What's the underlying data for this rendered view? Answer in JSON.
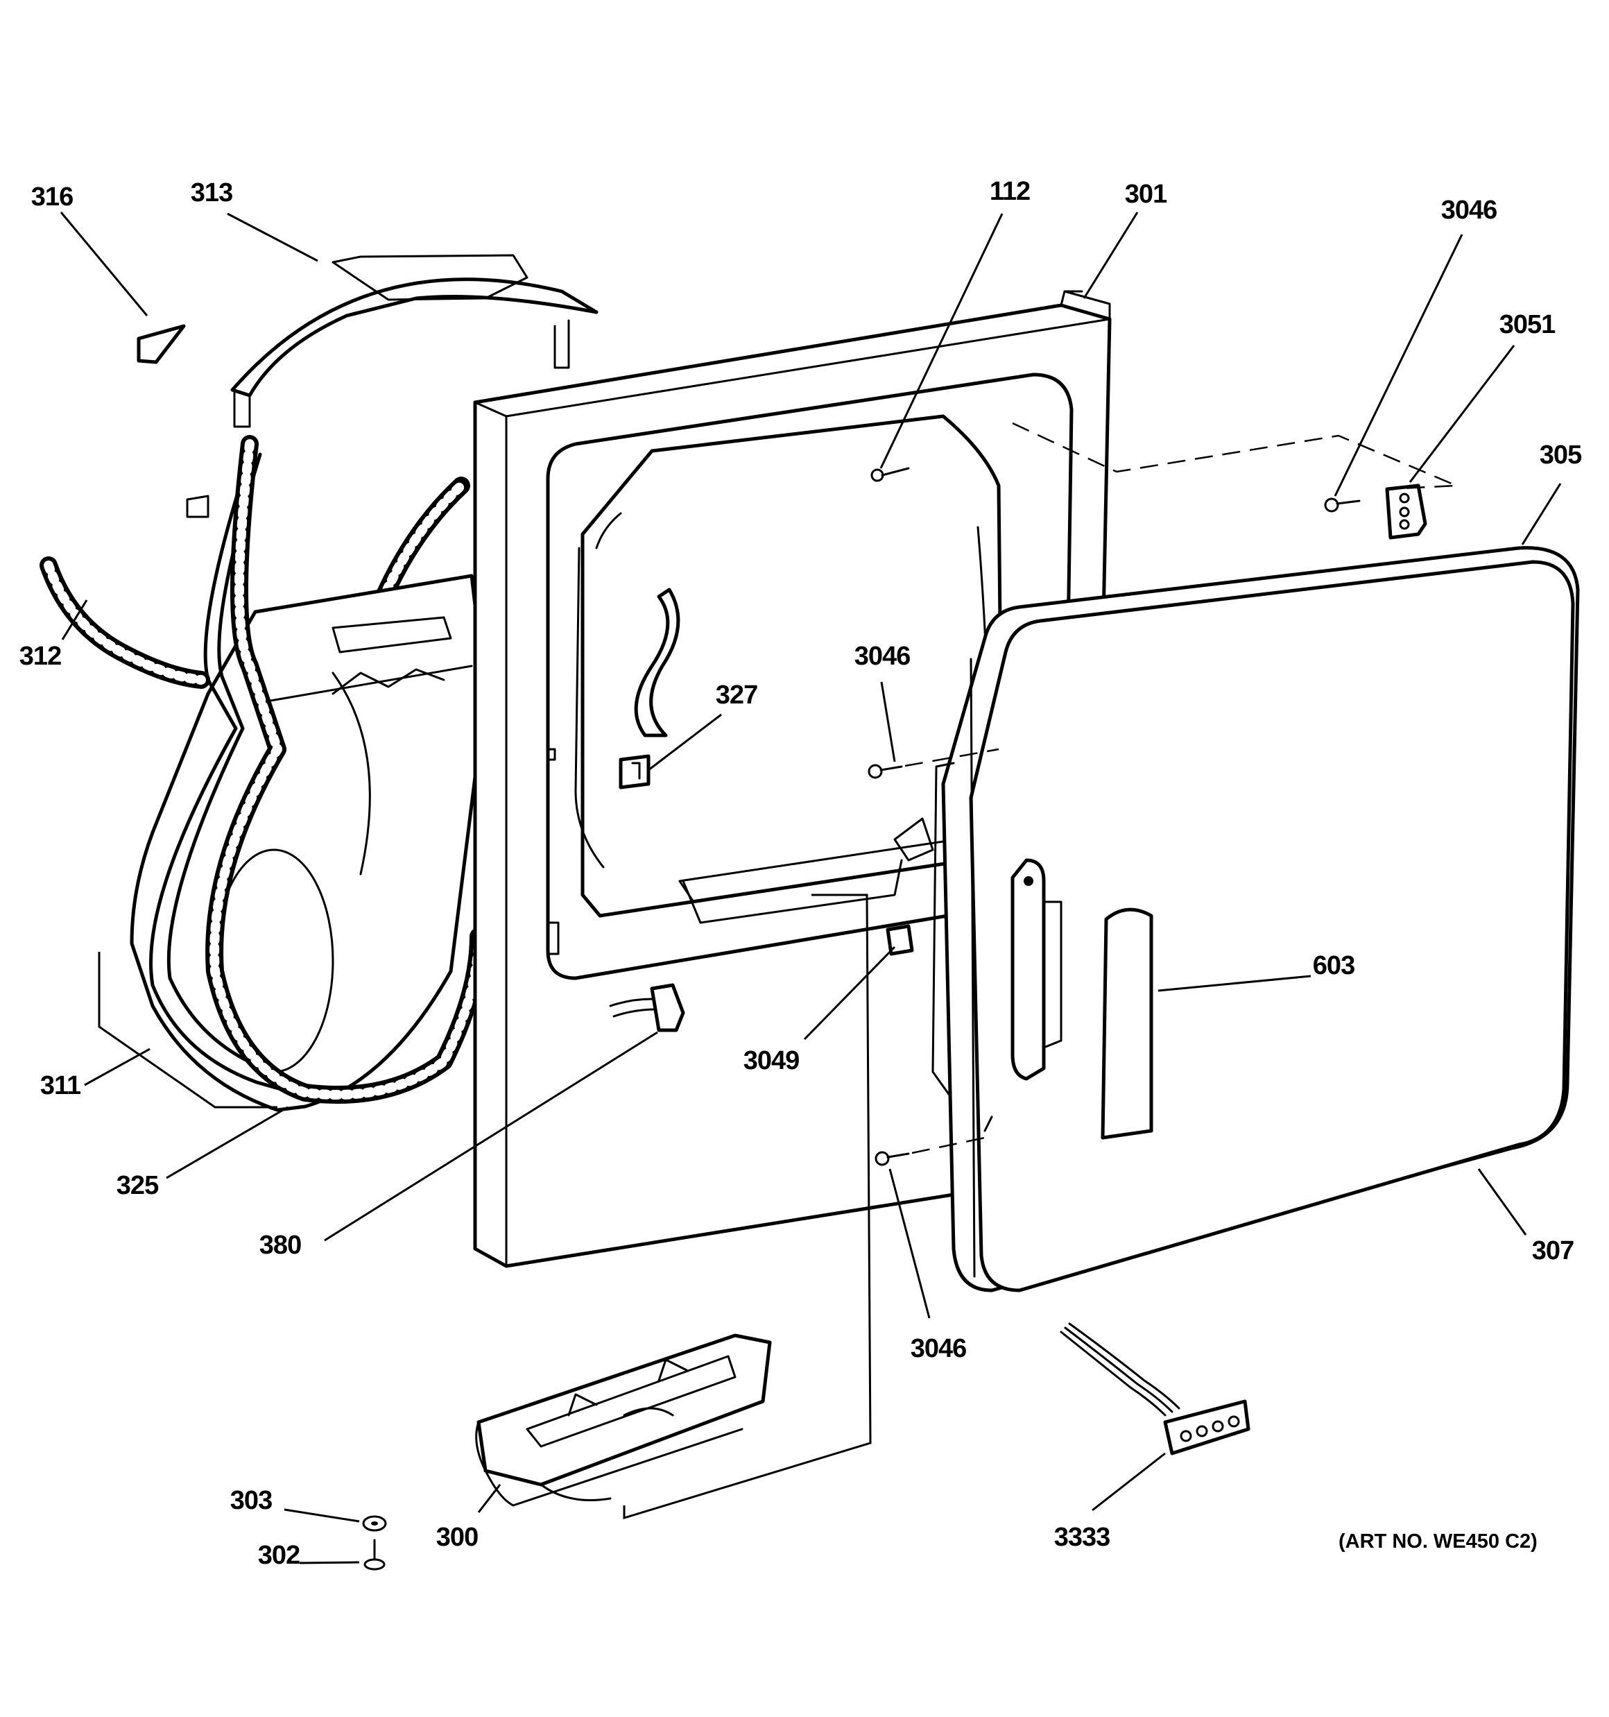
{
  "art_number": "(ART NO. WE450 C2)",
  "callouts": {
    "c316": "316",
    "c313": "313",
    "c112": "112",
    "c301": "301",
    "c3046_top": "3046",
    "c3051": "3051",
    "c305": "305",
    "c312": "312",
    "c3046_mid": "3046",
    "c327": "327",
    "c603": "603",
    "c3049": "3049",
    "c311": "311",
    "c325": "325",
    "c380": "380",
    "c307": "307",
    "c3046_bottom": "3046",
    "c303": "303",
    "c302": "302",
    "c300": "300",
    "c3333": "3333"
  }
}
